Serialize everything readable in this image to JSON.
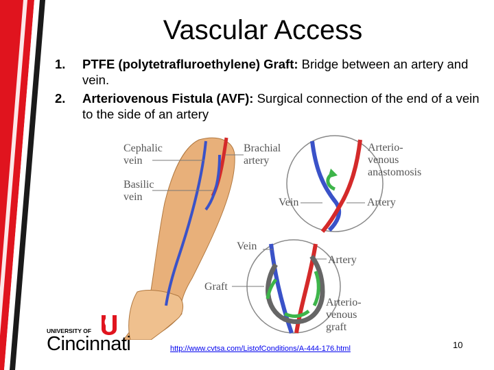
{
  "slide": {
    "title": "Vascular Access",
    "items": [
      {
        "number": "1.",
        "term": "PTFE (polytetrafluroethylene) Graft:",
        "text": " Bridge between an artery and vein."
      },
      {
        "number": "2.",
        "term": "Arteriovenous Fistula (AVF):",
        "text": " Surgical connection of the end of a vein to the side of an artery"
      }
    ],
    "figure_labels": {
      "cephalic_1": "Cephalic",
      "cephalic_2": "vein",
      "brachial_1": "Brachial",
      "brachial_2": "artery",
      "basilic_1": "Basilic",
      "basilic_2": "vein",
      "anast_1": "Arterio-",
      "anast_2": "venous",
      "anast_3": "anastomosis",
      "vein_top": "Vein",
      "artery_top": "Artery",
      "vein_bottom": "Vein",
      "artery_bottom": "Artery",
      "graft": "Graft",
      "avg_1": "Arterio-",
      "avg_2": "venous",
      "avg_3": "graft"
    },
    "logo": {
      "line1": "UNIVERSITY OF",
      "line2": "Cincinnati"
    },
    "source_url": "http://www.cvtsa.com/ListofConditions/A-444-176.html",
    "page_number": "10",
    "colors": {
      "stripe_red": "#e0141e",
      "stripe_black": "#1a1a1a",
      "artery": "#d42a2a",
      "vein": "#3a52c8",
      "arrow": "#3db54a",
      "skin": "#e8b07a"
    }
  }
}
